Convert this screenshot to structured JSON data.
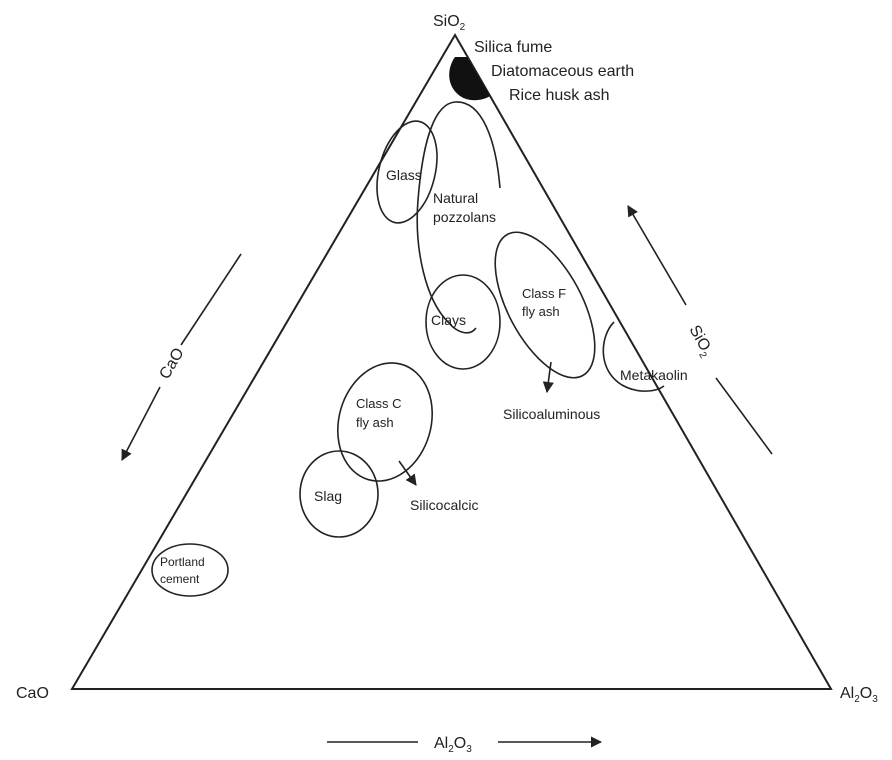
{
  "vertices": {
    "top": {
      "base": "SiO",
      "sub": "2"
    },
    "left": {
      "base": "CaO"
    },
    "right": {
      "base1": "Al",
      "sub1": "2",
      "base2": "O",
      "sub2": "3"
    }
  },
  "side_labels": {
    "left": {
      "base": "CaO"
    },
    "right": {
      "base": "SiO",
      "sub": "2"
    },
    "bottom": {
      "base1": "Al",
      "sub1": "2",
      "base2": "O",
      "sub2": "3"
    }
  },
  "regions": {
    "silica_fume": "Silica fume",
    "diatomaceous": "Diatomaceous earth",
    "rice_husk": "Rice husk ash",
    "glass": "Glass",
    "natural_pozzolans_1": "Natural",
    "natural_pozzolans_2": "pozzolans",
    "clays": "Clays",
    "class_f_1": "Class F",
    "class_f_2": "fly ash",
    "metakaolin": "Metakaolin",
    "silicoaluminous": "Silicoaluminous",
    "class_c_1": "Class C",
    "class_c_2": "fly ash",
    "slag": "Slag",
    "silicocalcic": "Silicocalcic",
    "portland_1": "Portland",
    "portland_2": "cement"
  }
}
